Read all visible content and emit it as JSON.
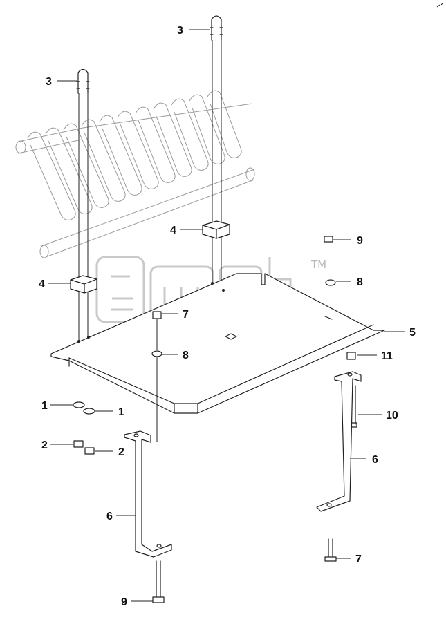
{
  "watermark": {
    "tm": "TM",
    "color": "#c8c8c8"
  },
  "callouts": [
    {
      "id": "c3a",
      "label": "3"
    },
    {
      "id": "c3b",
      "label": "3"
    },
    {
      "id": "c4a",
      "label": "4"
    },
    {
      "id": "c4b",
      "label": "4"
    },
    {
      "id": "c9a",
      "label": "9"
    },
    {
      "id": "c8a",
      "label": "8"
    },
    {
      "id": "c7a",
      "label": "7"
    },
    {
      "id": "c8b",
      "label": "8"
    },
    {
      "id": "c5",
      "label": "5"
    },
    {
      "id": "c11",
      "label": "11"
    },
    {
      "id": "c1a",
      "label": "1"
    },
    {
      "id": "c1b",
      "label": "1"
    },
    {
      "id": "c10",
      "label": "10"
    },
    {
      "id": "c2a",
      "label": "2"
    },
    {
      "id": "c2b",
      "label": "2"
    },
    {
      "id": "c6a",
      "label": "6"
    },
    {
      "id": "c6b",
      "label": "6"
    },
    {
      "id": "c7b",
      "label": "7"
    },
    {
      "id": "c9b",
      "label": "9"
    }
  ]
}
